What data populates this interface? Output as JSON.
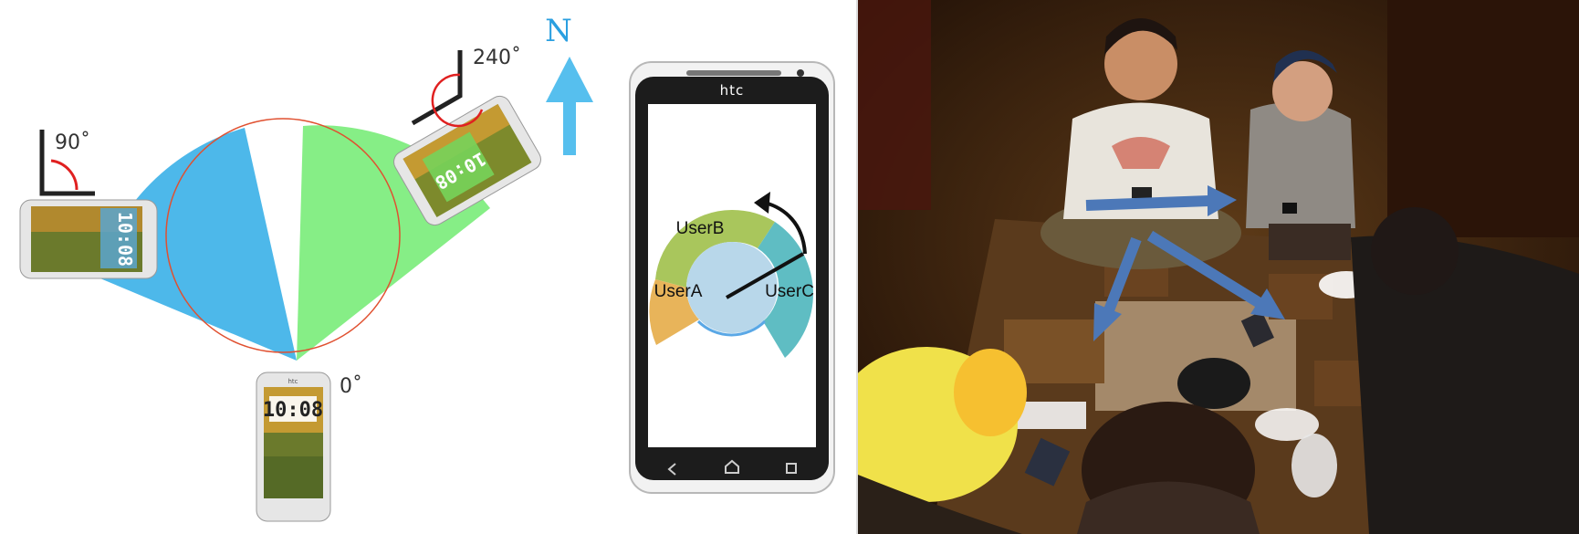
{
  "diagram": {
    "angles": {
      "phone_left": "90˚",
      "phone_top_right": "240˚",
      "phone_bottom": "0˚"
    },
    "north": "N",
    "phone_screen": {
      "brand": "htc",
      "users": [
        "UserB",
        "UserA",
        "UserC"
      ]
    },
    "clock": "10:08",
    "colors": {
      "blue_sector": "#4db8ea",
      "green_sector": "#86ee86",
      "circle": "#e05030",
      "north_arrow": "#56bfee",
      "userA": "#e8b45a",
      "userB": "#a9c65c",
      "userC": "#5fbdc3",
      "center": "#b8d7ea"
    }
  },
  "photo": {
    "arrow_color": "#4c78b8"
  }
}
